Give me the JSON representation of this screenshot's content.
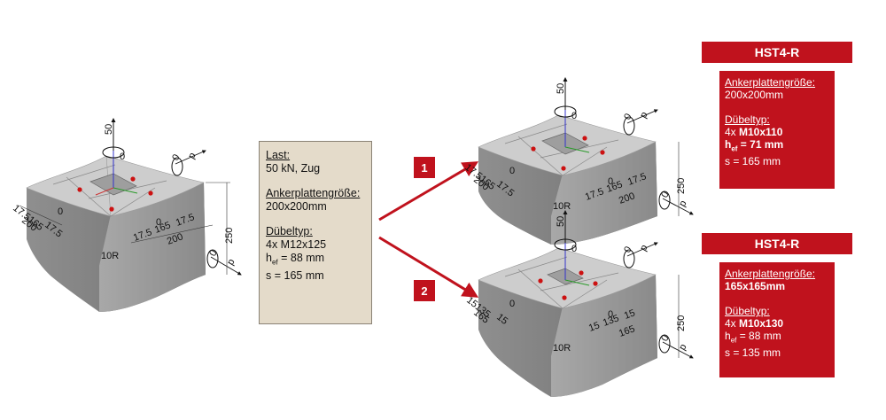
{
  "infobox": {
    "last_label": "Last:",
    "last_value": "50 kN, Zug",
    "plate_label": "Ankerplattengröße:",
    "plate_value": "200x200mm",
    "anchor_label": "Dübeltyp:",
    "anchor_value": "4x M12x125",
    "hef_prefix": "h",
    "hef_sub": "ef",
    "hef_value": " = 88 mm",
    "s_value": "s = 165 mm"
  },
  "options": [
    {
      "number": "1",
      "banner": "HST4-R",
      "plate_label": "Ankerplattengröße:",
      "plate_value": "200x200mm",
      "anchor_label": "Dübeltyp:",
      "anchor_prefix": "4x ",
      "anchor_value": "M10x110",
      "hef_prefix": "h",
      "hef_sub": "ef",
      "hef_value": " = 71 mm",
      "s_value": "s = 165 mm"
    },
    {
      "number": "2",
      "banner": "HST4-R",
      "plate_label": "Ankerplattengröße:",
      "plate_value": "165x165mm",
      "anchor_label": "Dübeltyp:",
      "anchor_prefix": "4x ",
      "anchor_value": "M10x130",
      "hef_prefix": "h",
      "hef_sub": "ef",
      "hef_value": " = 88 mm",
      "s_value": "s = 135 mm"
    }
  ],
  "blocks": {
    "original": {
      "load": "50",
      "zero": "0",
      "p": "p",
      "height": "250",
      "radius": "10R",
      "left_dim_a": "17.5165",
      "left_dim_b": "17.5",
      "left_dim_c": "200",
      "right_dim_a": "17.5",
      "right_dim_b": "165",
      "right_dim_c": "17.5",
      "right_dim_d": "200"
    },
    "option1": {
      "load": "50",
      "zero": "0",
      "p": "p",
      "height": "250",
      "radius": "10R",
      "left_dim_a": "17.5165",
      "left_dim_b": "17.5",
      "left_dim_c": "200",
      "right_dim_a": "17.5",
      "right_dim_b": "165",
      "right_dim_c": "17.5",
      "right_dim_d": "200"
    },
    "option2": {
      "load": "50",
      "zero": "0",
      "p": "p",
      "height": "250",
      "radius": "10R",
      "left_dim_a": "15135",
      "left_dim_b": "15",
      "left_dim_c": "165",
      "right_dim_a": "15",
      "right_dim_b": "135",
      "right_dim_c": "15",
      "right_dim_d": "165"
    }
  },
  "colors": {
    "accent": "#c0121d",
    "info_bg": "#e4dbca",
    "concrete_top": "#c9c9c9",
    "concrete_side": "#8e8e8e"
  }
}
